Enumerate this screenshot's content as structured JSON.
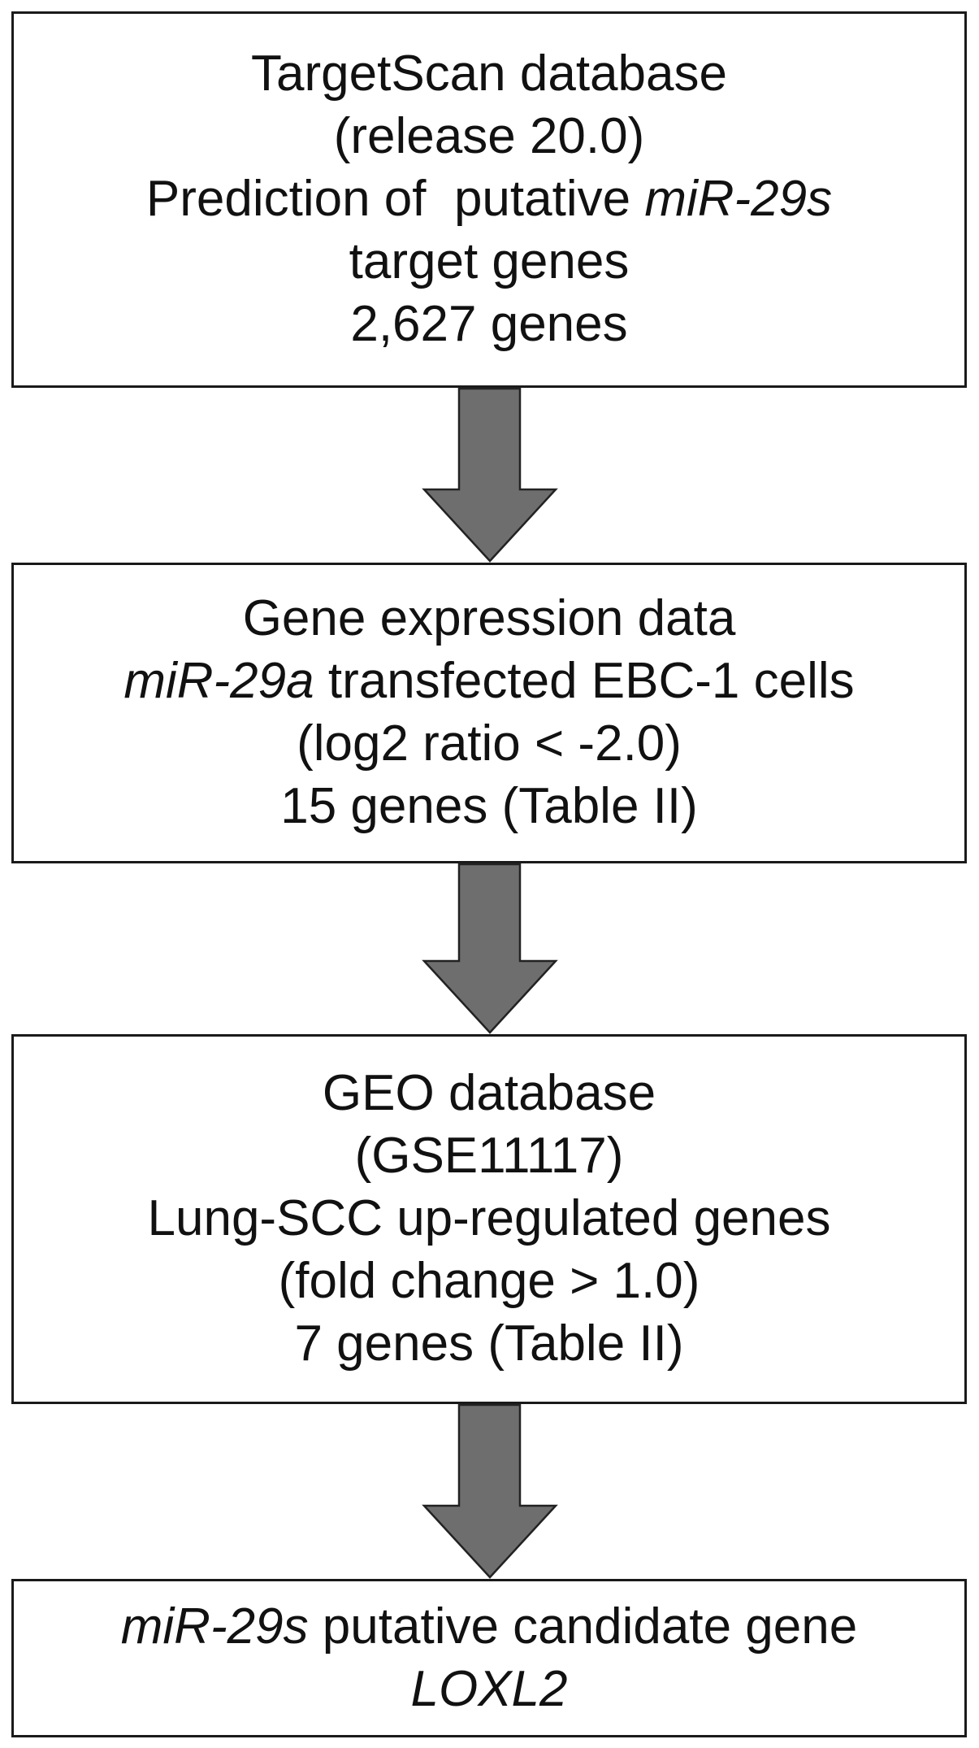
{
  "boxes": [
    {
      "lines": [
        [
          {
            "text": "TargetScan database",
            "italic": false
          }
        ],
        [
          {
            "text": "(release 20.0)",
            "italic": false
          }
        ],
        [
          {
            "text": "Prediction of  putative ",
            "italic": false
          },
          {
            "text": "miR-29s",
            "italic": true
          }
        ],
        [
          {
            "text": "target genes",
            "italic": false
          }
        ],
        [
          {
            "text": "2,627 genes",
            "italic": false
          }
        ]
      ]
    },
    {
      "lines": [
        [
          {
            "text": "Gene expression data",
            "italic": false
          }
        ],
        [
          {
            "text": "miR-29a",
            "italic": true
          },
          {
            "text": " transfected EBC-1 cells",
            "italic": false
          }
        ],
        [
          {
            "text": "(log2 ratio < -2.0)",
            "italic": false
          }
        ],
        [
          {
            "text": "15 genes (Table II)",
            "italic": false
          }
        ]
      ]
    },
    {
      "lines": [
        [
          {
            "text": "GEO database",
            "italic": false
          }
        ],
        [
          {
            "text": "(GSE11117)",
            "italic": false
          }
        ],
        [
          {
            "text": "Lung-SCC up-regulated genes",
            "italic": false
          }
        ],
        [
          {
            "text": "(fold change > 1.0)",
            "italic": false
          }
        ],
        [
          {
            "text": "7 genes (Table II)",
            "italic": false
          }
        ]
      ]
    },
    {
      "lines": [
        [
          {
            "text": "miR-29s",
            "italic": true
          },
          {
            "text": " putative candidate gene",
            "italic": false
          }
        ],
        [
          {
            "text": "LOXL2",
            "italic": true
          }
        ]
      ]
    }
  ],
  "colors": {
    "arrow_fill": "#6e6e6e",
    "arrow_stroke": "#222222",
    "box_border": "#1a1a1a"
  }
}
